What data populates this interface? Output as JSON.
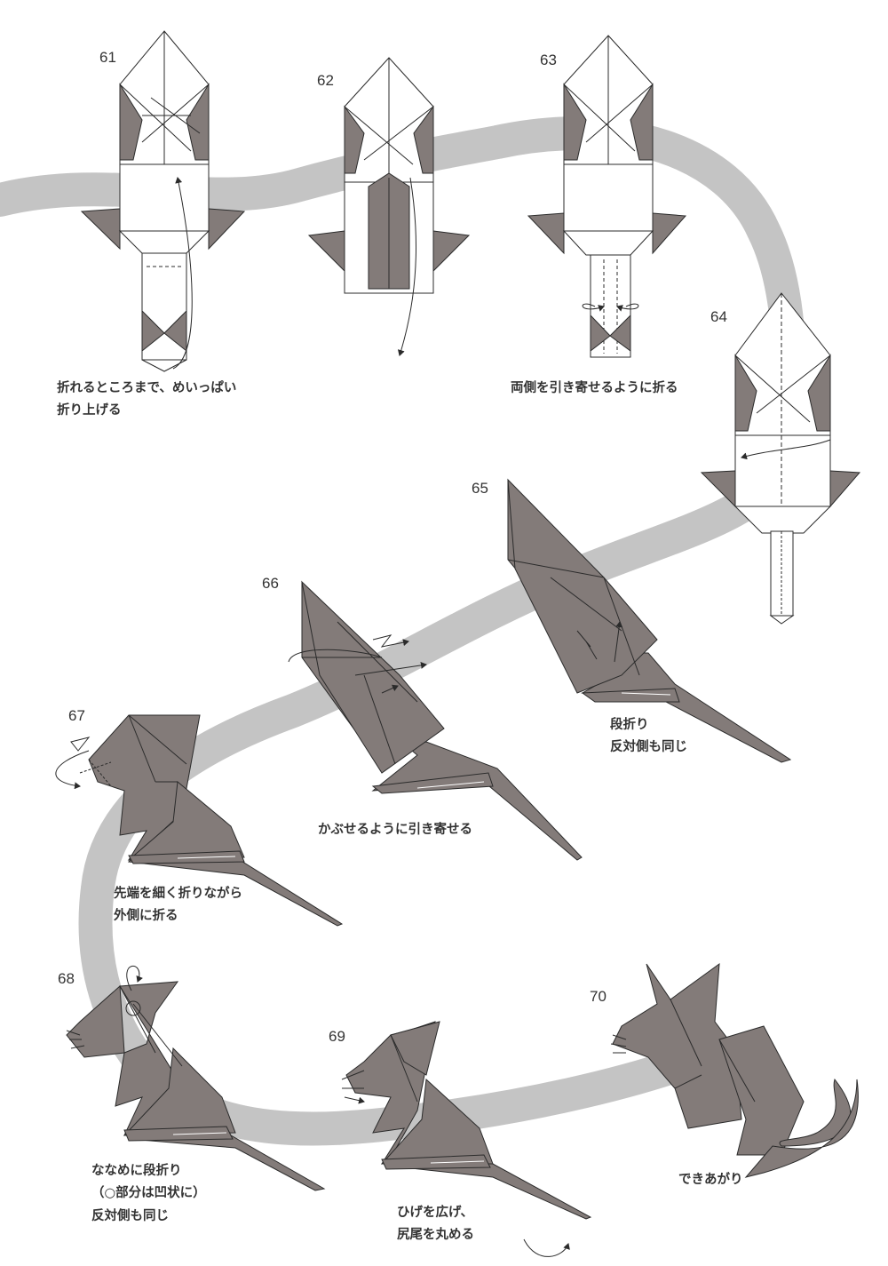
{
  "steps": [
    {
      "number": "61",
      "caption": [
        "折れるところまで、めいっぱい",
        "折り上げる"
      ]
    },
    {
      "number": "62",
      "caption": []
    },
    {
      "number": "63",
      "caption": [
        "両側を引き寄せるように折る"
      ]
    },
    {
      "number": "64",
      "caption": []
    },
    {
      "number": "65",
      "caption": [
        "段折り",
        "反対側も同じ"
      ]
    },
    {
      "number": "66",
      "caption": [
        "かぶせるように引き寄せる"
      ]
    },
    {
      "number": "67",
      "caption": [
        "先端を細く折りながら",
        "外側に折る"
      ]
    },
    {
      "number": "68",
      "caption": [
        "ななめに段折り",
        "（○部分は凹状に）",
        "反対側も同じ"
      ]
    },
    {
      "number": "69",
      "caption": [
        "ひげを広げ、",
        "尻尾を丸める"
      ]
    },
    {
      "number": "70",
      "caption": [
        "できあがり"
      ]
    }
  ],
  "colors": {
    "paper_gray": "#837b79",
    "paper_white": "#ffffff",
    "guide_path": "#c4c4c4",
    "line": "#2b2b2b"
  }
}
